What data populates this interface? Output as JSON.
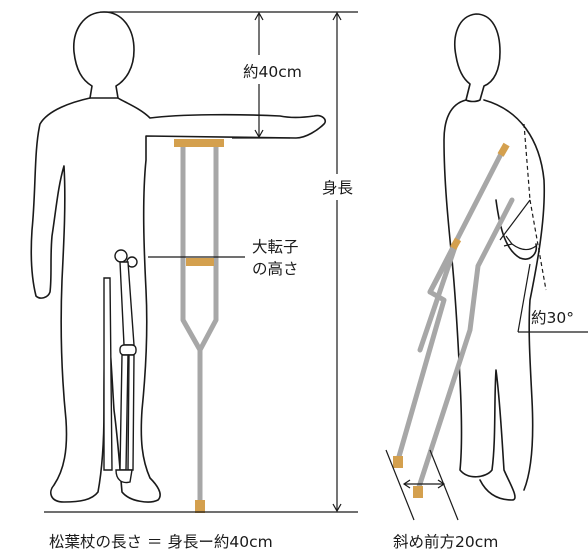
{
  "labels": {
    "arm_distance": "約40cm",
    "height": "身長",
    "trochanter_line1": "大転子",
    "trochanter_line2": "の高さ",
    "angle": "約30°"
  },
  "captions": {
    "left": "松葉杖の長さ ＝ 身長ー約40cm",
    "right": "斜め前方20cm"
  },
  "colors": {
    "line": "#1a1a1a",
    "crutch": "#a7a7a7",
    "pad": "#d4a04e"
  }
}
